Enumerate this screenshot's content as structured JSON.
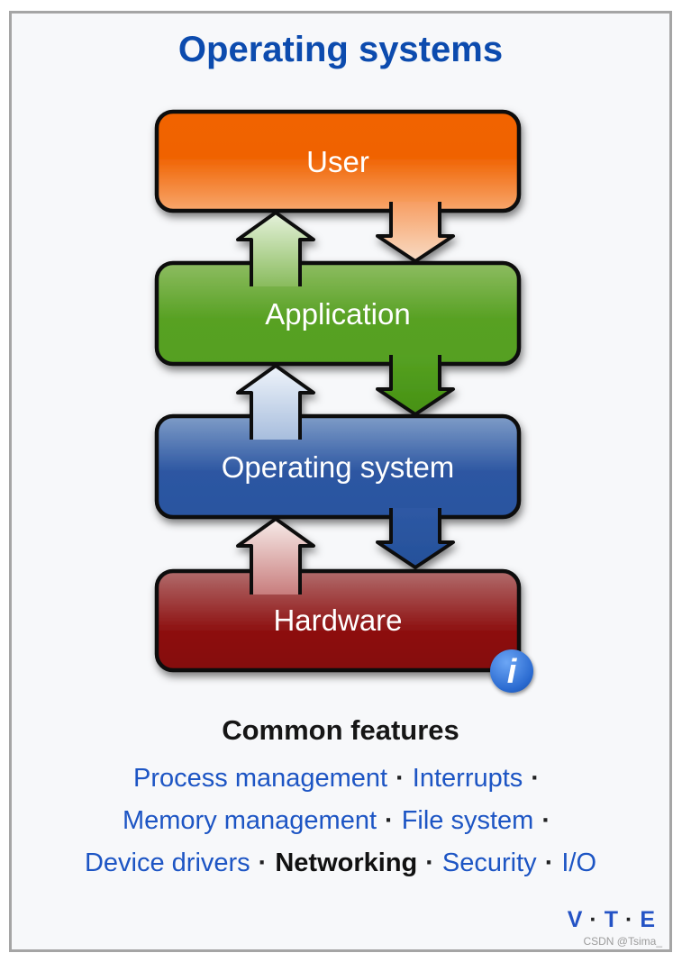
{
  "panel": {
    "title": "Operating systems",
    "heading": "Common features"
  },
  "diagram": {
    "layers": [
      {
        "label": "User",
        "color_top": "#f16400",
        "color_bottom": "#f8a76d"
      },
      {
        "label": "Application",
        "color_top": "#8dbc61",
        "color_bottom": "#55a022"
      },
      {
        "label": "Operating system",
        "color_top": "#7f9cc7",
        "color_bottom": "#2a54a0"
      },
      {
        "label": "Hardware",
        "color_top": "#b16c6c",
        "color_bottom": "#850c0c"
      }
    ],
    "info_icon_glyph": "i",
    "info_icon_color": "#2a6ad0"
  },
  "features": {
    "lines": [
      {
        "items": [
          {
            "label": "Process management"
          },
          {
            "label": "·"
          },
          {
            "label": "Interrupts"
          },
          {
            "label": "·"
          }
        ]
      },
      {
        "items": [
          {
            "label": "Memory management"
          },
          {
            "label": "·"
          },
          {
            "label": "File system"
          },
          {
            "label": "·"
          }
        ]
      },
      {
        "items": [
          {
            "label": "Device drivers"
          },
          {
            "label": "·"
          },
          {
            "label": "Networking"
          },
          {
            "label": "·"
          },
          {
            "label": "Security"
          },
          {
            "label": "·"
          },
          {
            "label": "I/O"
          }
        ]
      }
    ]
  },
  "footer": {
    "view": "V",
    "talk": "T",
    "edit": "E",
    "sep": "·"
  },
  "watermark": "CSDN @Tsima_",
  "colors": {
    "title_blue": "#0c4bae",
    "link_blue": "#1d55c4",
    "panel_border": "#a5a5a5",
    "panel_bg": "#f7f8fa"
  }
}
